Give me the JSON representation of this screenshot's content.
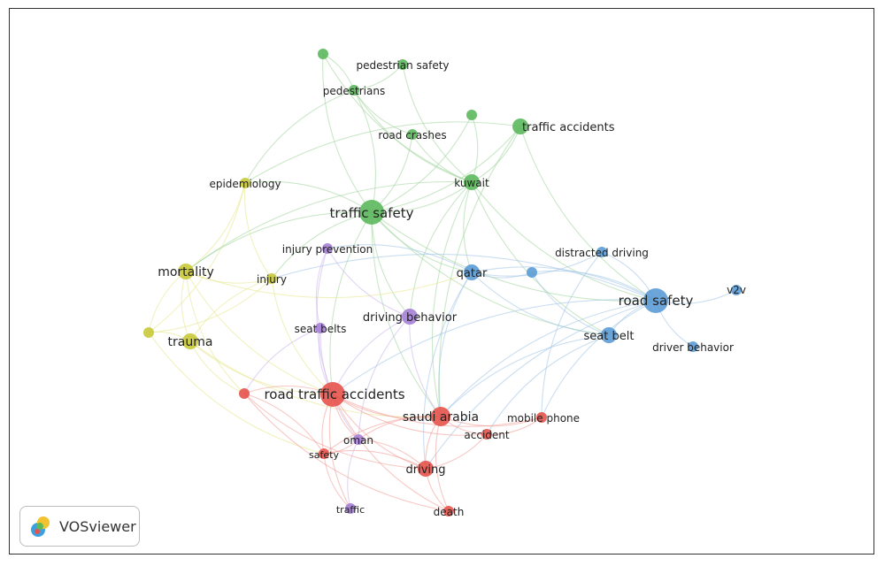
{
  "clusters": {
    "green": "#5cb85c",
    "blue": "#5b9bd5",
    "yellow": "#c9c93a",
    "purple": "#a57fd6",
    "red": "#e5534b"
  },
  "edge_colors": {
    "green": "#9fd39a",
    "blue": "#9ec3e6",
    "yellow": "#e6e68a",
    "purple": "#c9b3ea",
    "red": "#f09a93"
  },
  "nodes": [
    {
      "id": "traffic_safety",
      "label": "traffic safety",
      "cluster": "green",
      "weight": 5
    },
    {
      "id": "kuwait",
      "label": "kuwait",
      "cluster": "green",
      "weight": 3
    },
    {
      "id": "traffic_accidents",
      "label": "traffic accidents",
      "cluster": "green",
      "weight": 3
    },
    {
      "id": "road_crashes",
      "label": "road crashes",
      "cluster": "green",
      "weight": 2
    },
    {
      "id": "pedestrians",
      "label": "pedestrians",
      "cluster": "green",
      "weight": 2
    },
    {
      "id": "pedestrian_safety",
      "label": "pedestrian safety",
      "cluster": "green",
      "weight": 2
    },
    {
      "id": "green_a",
      "label": "",
      "cluster": "green",
      "weight": 2
    },
    {
      "id": "green_b",
      "label": "",
      "cluster": "green",
      "weight": 2
    },
    {
      "id": "road_safety",
      "label": "road safety",
      "cluster": "blue",
      "weight": 5
    },
    {
      "id": "qatar",
      "label": "qatar",
      "cluster": "blue",
      "weight": 3
    },
    {
      "id": "blue_a",
      "label": "",
      "cluster": "blue",
      "weight": 2
    },
    {
      "id": "distracted_driving",
      "label": "distracted driving",
      "cluster": "blue",
      "weight": 2
    },
    {
      "id": "seat_belt",
      "label": "seat belt",
      "cluster": "blue",
      "weight": 3
    },
    {
      "id": "driver_behavior",
      "label": "driver behavior",
      "cluster": "blue",
      "weight": 2
    },
    {
      "id": "v2v",
      "label": "v2v",
      "cluster": "blue",
      "weight": 2
    },
    {
      "id": "epidemiology",
      "label": "epidemiology",
      "cluster": "yellow",
      "weight": 2
    },
    {
      "id": "mortality",
      "label": "mortality",
      "cluster": "yellow",
      "weight": 3
    },
    {
      "id": "injury",
      "label": "injury",
      "cluster": "yellow",
      "weight": 2
    },
    {
      "id": "trauma",
      "label": "trauma",
      "cluster": "yellow",
      "weight": 3
    },
    {
      "id": "yellow_a",
      "label": "",
      "cluster": "yellow",
      "weight": 2
    },
    {
      "id": "injury_prevention",
      "label": "injury prevention",
      "cluster": "purple",
      "weight": 2
    },
    {
      "id": "driving_behavior",
      "label": "driving behavior",
      "cluster": "purple",
      "weight": 3
    },
    {
      "id": "seat_belts",
      "label": "seat belts",
      "cluster": "purple",
      "weight": 2
    },
    {
      "id": "oman",
      "label": "oman",
      "cluster": "purple",
      "weight": 2
    },
    {
      "id": "traffic",
      "label": "traffic",
      "cluster": "purple",
      "weight": 2
    },
    {
      "id": "road_traffic_accidents",
      "label": "road traffic accidents",
      "cluster": "red",
      "weight": 5
    },
    {
      "id": "saudi_arabia",
      "label": "saudi arabia",
      "cluster": "red",
      "weight": 4
    },
    {
      "id": "mobile_phone",
      "label": "mobile phone",
      "cluster": "red",
      "weight": 2
    },
    {
      "id": "accident",
      "label": "accident",
      "cluster": "red",
      "weight": 2
    },
    {
      "id": "driving",
      "label": "driving",
      "cluster": "red",
      "weight": 3
    },
    {
      "id": "safety",
      "label": "safety",
      "cluster": "red",
      "weight": 2
    },
    {
      "id": "death",
      "label": "death",
      "cluster": "red",
      "weight": 2
    },
    {
      "id": "red_a",
      "label": "",
      "cluster": "red",
      "weight": 2
    }
  ],
  "edges": [
    [
      "traffic_safety",
      "kuwait"
    ],
    [
      "traffic_safety",
      "traffic_accidents"
    ],
    [
      "traffic_safety",
      "road_crashes"
    ],
    [
      "traffic_safety",
      "pedestrians"
    ],
    [
      "traffic_safety",
      "epidemiology"
    ],
    [
      "traffic_safety",
      "mortality"
    ],
    [
      "traffic_safety",
      "qatar"
    ],
    [
      "traffic_safety",
      "road_safety"
    ],
    [
      "traffic_safety",
      "driving_behavior"
    ],
    [
      "traffic_safety",
      "saudi_arabia"
    ],
    [
      "traffic_safety",
      "road_traffic_accidents"
    ],
    [
      "traffic_safety",
      "injury"
    ],
    [
      "traffic_safety",
      "green_b"
    ],
    [
      "traffic_safety",
      "seat_belt"
    ],
    [
      "pedestrians",
      "pedestrian_safety"
    ],
    [
      "pedestrians",
      "road_crashes"
    ],
    [
      "pedestrians",
      "green_a"
    ],
    [
      "pedestrians",
      "kuwait"
    ],
    [
      "pedestrians",
      "epidemiology"
    ],
    [
      "pedestrian_safety",
      "kuwait"
    ],
    [
      "green_a",
      "kuwait"
    ],
    [
      "green_a",
      "traffic_safety"
    ],
    [
      "road_crashes",
      "kuwait"
    ],
    [
      "kuwait",
      "traffic_accidents"
    ],
    [
      "kuwait",
      "qatar"
    ],
    [
      "kuwait",
      "road_safety"
    ],
    [
      "kuwait",
      "seat_belt"
    ],
    [
      "kuwait",
      "saudi_arabia"
    ],
    [
      "kuwait",
      "driving_behavior"
    ],
    [
      "kuwait",
      "green_b"
    ],
    [
      "kuwait",
      "mortality"
    ],
    [
      "traffic_accidents",
      "road_safety"
    ],
    [
      "traffic_accidents",
      "saudi_arabia"
    ],
    [
      "traffic_accidents",
      "epidemiology"
    ],
    [
      "road_safety",
      "qatar"
    ],
    [
      "road_safety",
      "blue_a"
    ],
    [
      "road_safety",
      "distracted_driving"
    ],
    [
      "road_safety",
      "seat_belt"
    ],
    [
      "road_safety",
      "driver_behavior"
    ],
    [
      "road_safety",
      "v2v"
    ],
    [
      "road_safety",
      "saudi_arabia"
    ],
    [
      "road_safety",
      "mobile_phone"
    ],
    [
      "road_safety",
      "driving"
    ],
    [
      "road_safety",
      "injury"
    ],
    [
      "road_safety",
      "road_traffic_accidents"
    ],
    [
      "qatar",
      "blue_a"
    ],
    [
      "qatar",
      "distracted_driving"
    ],
    [
      "qatar",
      "seat_belt"
    ],
    [
      "qatar",
      "saudi_arabia"
    ],
    [
      "qatar",
      "injury_prevention"
    ],
    [
      "qatar",
      "driving"
    ],
    [
      "blue_a",
      "seat_belt"
    ],
    [
      "seat_belt",
      "saudi_arabia"
    ],
    [
      "seat_belt",
      "accident"
    ],
    [
      "distracted_driving",
      "mobile_phone"
    ],
    [
      "mortality",
      "trauma"
    ],
    [
      "mortality",
      "yellow_a"
    ],
    [
      "mortality",
      "epidemiology"
    ],
    [
      "mortality",
      "injury"
    ],
    [
      "mortality",
      "road_traffic_accidents"
    ],
    [
      "mortality",
      "red_a"
    ],
    [
      "mortality",
      "qatar"
    ],
    [
      "trauma",
      "yellow_a"
    ],
    [
      "trauma",
      "road_traffic_accidents"
    ],
    [
      "trauma",
      "red_a"
    ],
    [
      "trauma",
      "saudi_arabia"
    ],
    [
      "yellow_a",
      "epidemiology"
    ],
    [
      "yellow_a",
      "safety"
    ],
    [
      "yellow_a",
      "injury"
    ],
    [
      "epidemiology",
      "injury"
    ],
    [
      "injury",
      "road_traffic_accidents"
    ],
    [
      "injury",
      "trauma"
    ],
    [
      "injury_prevention",
      "seat_belts"
    ],
    [
      "injury_prevention",
      "road_traffic_accidents"
    ],
    [
      "injury_prevention",
      "driving_behavior"
    ],
    [
      "driving_behavior",
      "saudi_arabia"
    ],
    [
      "driving_behavior",
      "road_traffic_accidents"
    ],
    [
      "driving_behavior",
      "oman"
    ],
    [
      "seat_belts",
      "road_traffic_accidents"
    ],
    [
      "seat_belts",
      "oman"
    ],
    [
      "seat_belts",
      "red_a"
    ],
    [
      "road_traffic_accidents",
      "saudi_arabia"
    ],
    [
      "road_traffic_accidents",
      "driving"
    ],
    [
      "road_traffic_accidents",
      "oman"
    ],
    [
      "road_traffic_accidents",
      "safety"
    ],
    [
      "road_traffic_accidents",
      "death"
    ],
    [
      "road_traffic_accidents",
      "accident"
    ],
    [
      "road_traffic_accidents",
      "mobile_phone"
    ],
    [
      "road_traffic_accidents",
      "red_a"
    ],
    [
      "road_traffic_accidents",
      "traffic"
    ],
    [
      "saudi_arabia",
      "driving"
    ],
    [
      "saudi_arabia",
      "accident"
    ],
    [
      "saudi_arabia",
      "mobile_phone"
    ],
    [
      "saudi_arabia",
      "death"
    ],
    [
      "saudi_arabia",
      "oman"
    ],
    [
      "saudi_arabia",
      "safety"
    ],
    [
      "driving",
      "death"
    ],
    [
      "driving",
      "oman"
    ],
    [
      "driving",
      "safety"
    ],
    [
      "driving",
      "accident"
    ],
    [
      "accident",
      "mobile_phone"
    ],
    [
      "safety",
      "oman"
    ],
    [
      "safety",
      "red_a"
    ],
    [
      "oman",
      "traffic"
    ],
    [
      "red_a",
      "driving"
    ],
    [
      "red_a",
      "death"
    ],
    [
      "safety",
      "traffic"
    ]
  ],
  "branding": {
    "name": "VOSviewer",
    "icon": "vosviewer-logo-icon"
  }
}
